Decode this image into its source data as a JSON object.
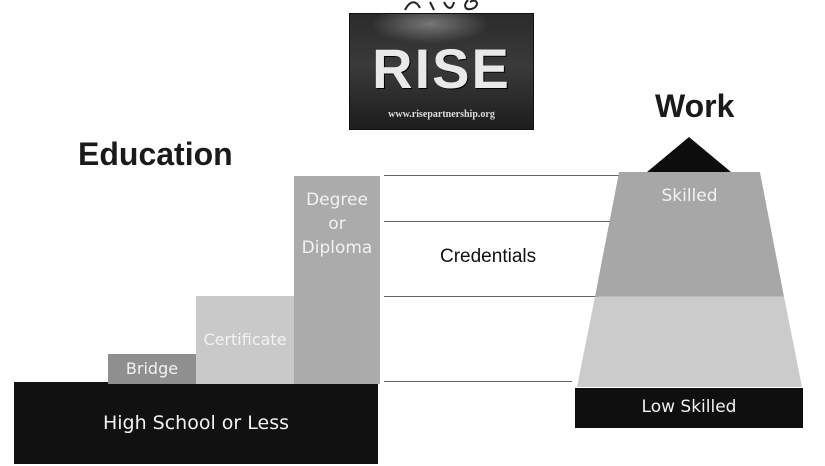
{
  "logo": {
    "word": "RISE",
    "url": "www.risepartnership.org"
  },
  "headings": {
    "education": "Education",
    "work": "Work"
  },
  "education_steps": {
    "high_school": "High School or Less",
    "bridge": "Bridge",
    "certificate": "Certificate",
    "degree": [
      "Degree",
      "or",
      "Diploma"
    ]
  },
  "credentials_label": "Credentials",
  "work_levels": {
    "skilled": "Skilled",
    "low_skilled": "Low Skilled"
  },
  "colors": {
    "dark": "#111111",
    "bridge": "#8f8f8f",
    "certificate": "#c9c9c9",
    "degree": "#ababab",
    "pyramid_top": "#a7a7a7",
    "pyramid_middle": "#cbcbcb"
  }
}
